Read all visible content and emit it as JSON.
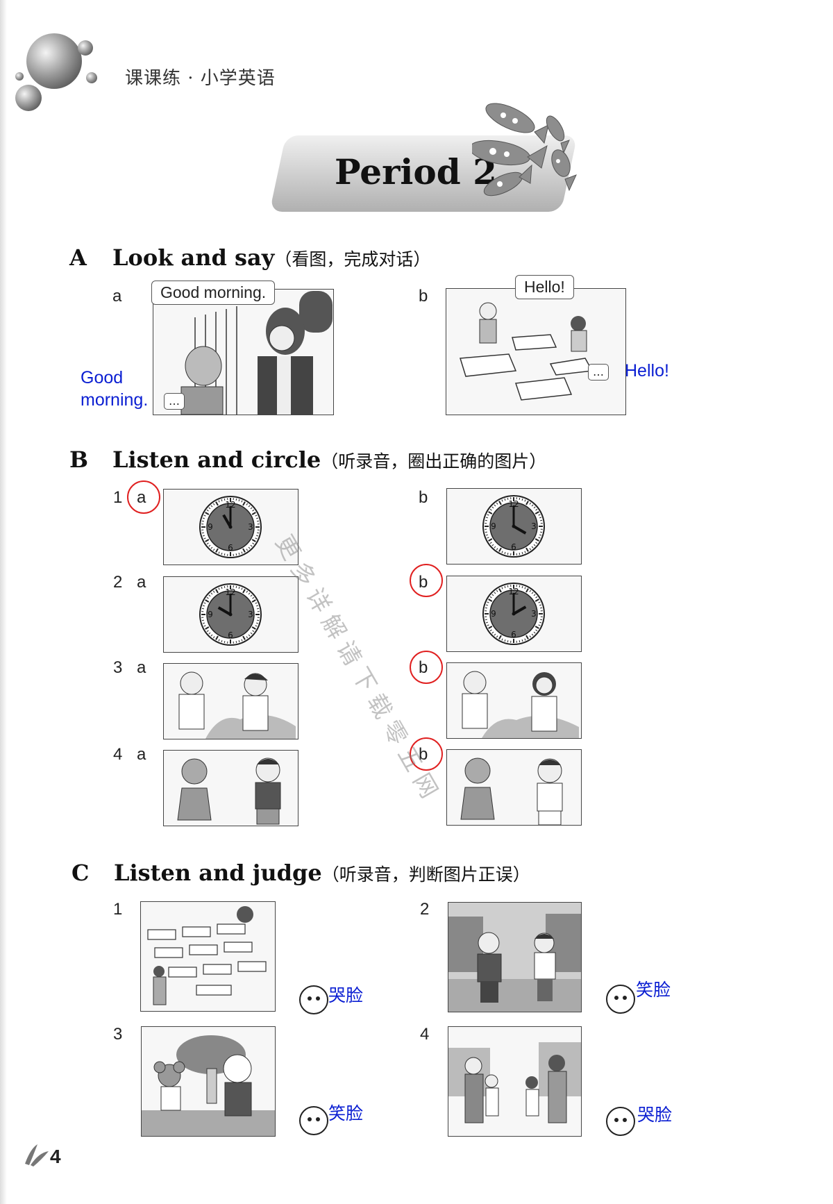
{
  "header": {
    "series_title": "课课练 · 小学英语"
  },
  "page_title": "Period 2",
  "section_a": {
    "letter": "A",
    "title": "Look and say",
    "subtitle": "（看图，完成对话）",
    "item_a": {
      "label": "a",
      "bubble": "Good morning.",
      "reply_ellipsis": "…",
      "answer": "Good morning."
    },
    "item_b": {
      "label": "b",
      "bubble": "Hello!",
      "reply_ellipsis": "…",
      "answer": "Hello!"
    }
  },
  "section_b": {
    "letter": "B",
    "title": "Listen and circle",
    "subtitle": "（听录音，圈出正确的图片）",
    "rows": [
      {
        "num": "1",
        "a": "a",
        "b": "b",
        "circled": "a"
      },
      {
        "num": "2",
        "a": "a",
        "b": "b",
        "circled": "b"
      },
      {
        "num": "3",
        "a": "a",
        "b": "b",
        "circled": "b"
      },
      {
        "num": "4",
        "a": "a",
        "b": "b",
        "circled": "b"
      }
    ],
    "clock_numbers": [
      "12",
      "3",
      "6",
      "9"
    ]
  },
  "section_c": {
    "letter": "C",
    "title": "Listen and judge",
    "subtitle": "（听录音，判断图片正误）",
    "items": [
      {
        "num": "1",
        "answer": "哭脸"
      },
      {
        "num": "2",
        "answer": "笑脸"
      },
      {
        "num": "3",
        "answer": "笑脸"
      },
      {
        "num": "4",
        "answer": "哭脸"
      }
    ]
  },
  "watermark": "更多详解请下载零五网",
  "page_number": "4",
  "colors": {
    "answer_blue": "#0a1ed2",
    "circle_red": "#e02020"
  }
}
